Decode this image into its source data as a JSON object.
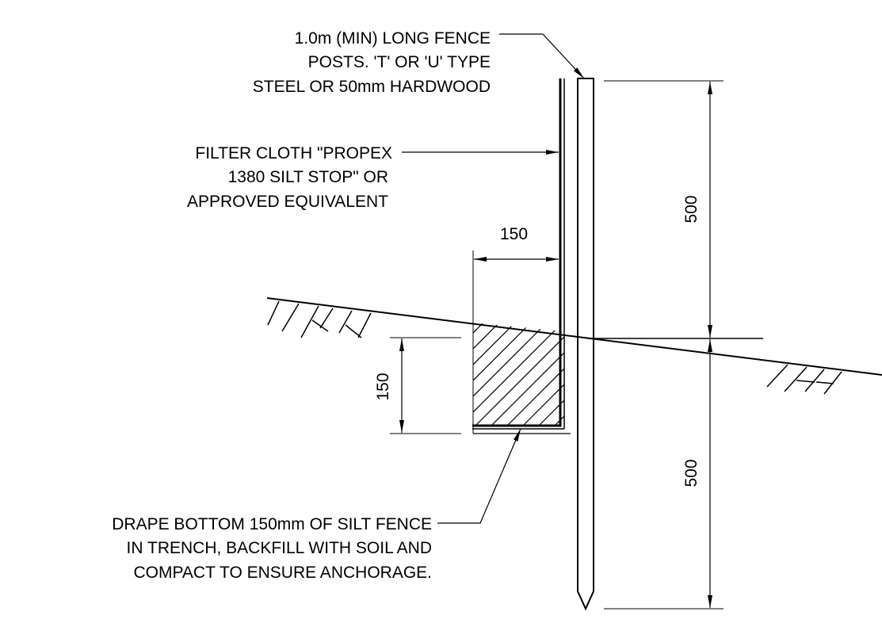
{
  "notes": {
    "post": [
      "1.0m (MIN) LONG FENCE",
      "POSTS. 'T' OR 'U' TYPE",
      "STEEL OR 50mm HARDWOOD"
    ],
    "filter": [
      "FILTER CLOTH \"PROPEX",
      "1380 SILT STOP\" OR",
      "APPROVED EQUIVALENT"
    ],
    "drape": [
      "DRAPE BOTTOM 150mm OF SILT FENCE",
      "IN TRENCH, BACKFILL WITH SOIL AND",
      "COMPACT TO ENSURE ANCHORAGE."
    ]
  },
  "dimensions": {
    "trench_width": "150",
    "trench_depth": "150",
    "post_above_ground": "500",
    "post_below_ground": "500"
  }
}
